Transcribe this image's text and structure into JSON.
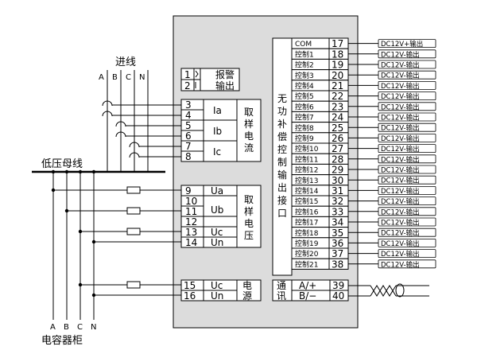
{
  "labels": {
    "incoming": "进线",
    "busbar": "低压母线",
    "cabinet": "电容器柜",
    "phases_top": [
      "A",
      "B",
      "C",
      "N"
    ],
    "phases_bottom": [
      "A",
      "B",
      "C",
      "N"
    ]
  },
  "alarm": {
    "terminals": [
      "1",
      "2"
    ],
    "title": [
      "报警",
      "输出"
    ]
  },
  "current_sampling": {
    "terminals": [
      "3",
      "4",
      "5",
      "6",
      "7",
      "8"
    ],
    "names": [
      "Ia",
      "Ib",
      "Ic"
    ],
    "title": [
      "取",
      "样",
      "电",
      "流"
    ]
  },
  "voltage_sampling": {
    "terminals": [
      "9",
      "10",
      "11",
      "12",
      "13",
      "14"
    ],
    "names": [
      "Ua",
      "",
      "Ub",
      "",
      "Uc",
      "Un"
    ],
    "title": [
      "取",
      "样",
      "电",
      "压"
    ]
  },
  "power": {
    "terminals": [
      "15",
      "16"
    ],
    "names": [
      "Uc",
      "Un"
    ],
    "title": [
      "电",
      "源"
    ]
  },
  "control_interface": {
    "title": [
      "无",
      "功",
      "补",
      "偿",
      "控",
      "制",
      "输",
      "出",
      "接",
      "口"
    ],
    "rows": [
      {
        "name": "COM",
        "num": "17",
        "out": "DC12V+输出"
      },
      {
        "name": "控制1",
        "num": "18",
        "out": "DC12V-输出"
      },
      {
        "name": "控制2",
        "num": "19",
        "out": "DC12V-输出"
      },
      {
        "name": "控制3",
        "num": "20",
        "out": "DC12V-输出"
      },
      {
        "name": "控制4",
        "num": "21",
        "out": "DC12V-输出"
      },
      {
        "name": "控制5",
        "num": "22",
        "out": "DC12V-输出"
      },
      {
        "name": "控制6",
        "num": "23",
        "out": "DC12V-输出"
      },
      {
        "name": "控制7",
        "num": "24",
        "out": "DC12V-输出"
      },
      {
        "name": "控制8",
        "num": "25",
        "out": "DC12V-输出"
      },
      {
        "name": "控制9",
        "num": "26",
        "out": "DC12V-输出"
      },
      {
        "name": "控制10",
        "num": "27",
        "out": "DC12V-输出"
      },
      {
        "name": "控制11",
        "num": "28",
        "out": "DC12V-输出"
      },
      {
        "name": "控制12",
        "num": "29",
        "out": "DC12V-输出"
      },
      {
        "name": "控制13",
        "num": "30",
        "out": "DC12V-输出"
      },
      {
        "name": "控制14",
        "num": "31",
        "out": "DC12V-输出"
      },
      {
        "name": "控制15",
        "num": "32",
        "out": "DC12V-输出"
      },
      {
        "name": "控制16",
        "num": "33",
        "out": "DC12V-输出"
      },
      {
        "name": "控制17",
        "num": "34",
        "out": "DC12V-输出"
      },
      {
        "name": "控制18",
        "num": "35",
        "out": "DC12V-输出"
      },
      {
        "name": "控制19",
        "num": "36",
        "out": "DC12V-输出"
      },
      {
        "name": "控制20",
        "num": "37",
        "out": "DC12V-输出"
      },
      {
        "name": "控制21",
        "num": "38",
        "out": "DC12V-输出"
      }
    ]
  },
  "communication": {
    "title": [
      "通",
      "讯"
    ],
    "names": [
      "A/+",
      "B/−"
    ],
    "terminals": [
      "39",
      "40"
    ]
  },
  "colors": {
    "device_fill": "#dcdcdc",
    "line": "#000000"
  }
}
